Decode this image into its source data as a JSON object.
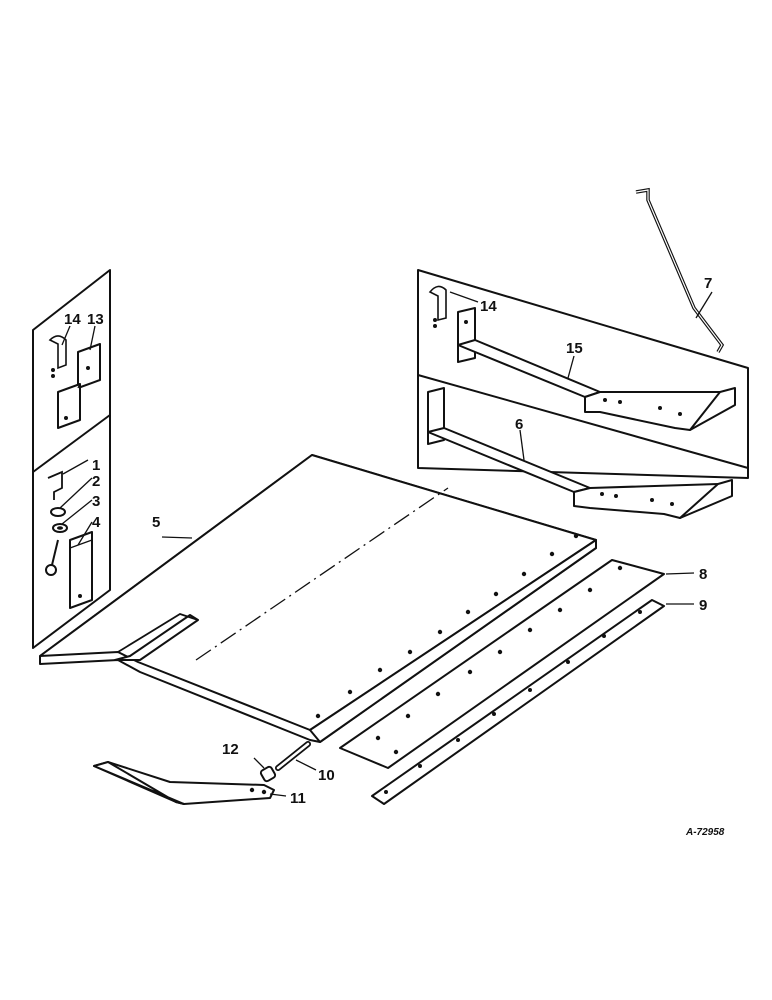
{
  "labels": {
    "l1": "1",
    "l2": "2",
    "l3": "3",
    "l4": "4",
    "l5": "5",
    "l6": "6",
    "l7": "7",
    "l8": "8",
    "l9": "9",
    "l10": "10",
    "l11": "11",
    "l12": "12",
    "l13": "13",
    "l14a": "14",
    "l14b": "14",
    "l15": "15"
  },
  "drawing_code": "A-72958"
}
